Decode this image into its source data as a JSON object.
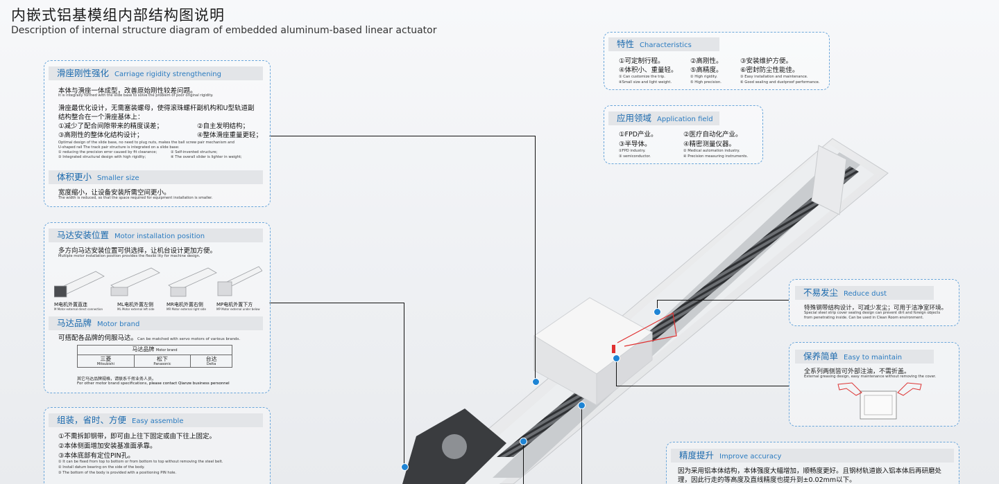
{
  "title_cn": "内嵌式铝基模组内部结构图说明",
  "title_en": "Description of internal structure diagram of embedded aluminum-based  linear actuator",
  "carriage": {
    "heading_cn": "滑座刚性强化",
    "heading_en": "Carriage rigidity strengthening",
    "p1_cn": "本体与滑座一体成型，改善原始刚性较差问题。",
    "p1_en": "It is integrally formed with the slide base to solve the problem of poor original rigidity.",
    "p2_cn_1": "滑座最优化设计，无需塞装螺母，使得滚珠螺杆副机构和U型轨道副",
    "p2_cn_2": "结构整合在一个滑座基体上：",
    "list": [
      {
        "cn": "①减少了配合间隙带来的精度误差；",
        "cn2": "②自主发明结构；"
      },
      {
        "cn": "③高刚性的整体化结构设计；",
        "cn2": "④整体滑座重量更轻；"
      }
    ],
    "en_1": "Optimal design of the slide base, no need to plug nuts, makes the ball screw pair mechanism and",
    "en_2": "U-shaped rail The track pair structure is integrated on a slide base:",
    "en_3a": "① reducing the precision error caused by fit clearance;",
    "en_3b": "② Self-invented structure;",
    "en_4a": "③ Integrated structural design with high rigidity;",
    "en_4b": "④ The overall slider is lighter in weight;"
  },
  "smaller": {
    "heading_cn": "体积更小",
    "heading_en": "Smaller size",
    "p_cn": "宽度缩小，让设备安装所需空间更小。",
    "p_en": "The width is reduced, so that the space required for equipment installation is smaller."
  },
  "motor_pos": {
    "heading_cn": "马达安装位置",
    "heading_en": "Motor installation position",
    "p_cn": "多方向马达安装位置可供选择，让机台设计更加方便。",
    "p_en": "Multiple motor installation position provides the flexibi lity for machine design.",
    "options": [
      {
        "cn": "M电机外置直连",
        "en": "M Motor external direct connection"
      },
      {
        "cn": "ML电机外置左侧",
        "en": "ML Motor external left side"
      },
      {
        "cn": "MR电机外置右侧",
        "en": "MR Motor external right side"
      },
      {
        "cn": "MP电机外置下方",
        "en": "MP Motor external under below"
      }
    ]
  },
  "motor_brand": {
    "heading_cn": "马达品牌",
    "heading_en": "Motor brand",
    "p_cn": "可搭配各品牌的伺服马达。",
    "p_en": "Can be matched with servo motors of various brands.",
    "table_title_cn": "马达品牌",
    "table_title_en": "Motor brand",
    "brands": [
      {
        "cn": "三菱",
        "en": "Mitsubishi"
      },
      {
        "cn": "松下",
        "en": "Panasonic"
      },
      {
        "cn": "台达",
        "en": "Delta"
      }
    ],
    "note_cn": "其它马达品牌规格，请联系千挥业务人员。",
    "note_en_a": "For other motor brand specifications,",
    "note_en_b": "please contact Qianze business personnel"
  },
  "assemble": {
    "heading_cn": "组装，省时、方便",
    "heading_en": "Easy assemble",
    "items_cn": [
      "①不需拆卸钢带，即可由上往下固定或由下往上固定。",
      "②本体侧面增加安装基准面承靠。",
      "③本体底部有定位PIN孔。"
    ],
    "items_en": [
      "① It can be fixed from top to bottom or from bottom to top without removing the steel belt.",
      "② Install datum bearing on the side of the body.",
      "③ The bottom of the body is provided with a positioning PIN hole."
    ]
  },
  "characteristics": {
    "heading_cn": "特性",
    "heading_en": "Characteristics",
    "rows_cn": [
      [
        "①可定制行程。",
        "②高刚性。",
        "③安装维护方便。"
      ],
      [
        "④体积小、重量轻。",
        "⑤高精度。",
        "⑥密封防尘性能佳。"
      ]
    ],
    "rows_en": [
      [
        "① Can customize the trip.",
        "② High rigidity.",
        "③ Easy installation and maintenance."
      ],
      [
        "④Small size and light weight.",
        "⑤ High precision.",
        "⑥ Good sealing and dustproof performance."
      ]
    ]
  },
  "application": {
    "heading_cn": "应用领域",
    "heading_en": "Application field",
    "rows_cn": [
      [
        "①FPD产业。",
        "②医疗自动化产业。"
      ],
      [
        "③半导体。",
        "④精密测量仪器。"
      ]
    ],
    "rows_en": [
      [
        "①FPD industry.",
        "② Medical automation industry."
      ],
      [
        "③ semiconductor.",
        "④ Precision measuring instruments."
      ]
    ]
  },
  "reduce_dust": {
    "heading_cn": "不易发尘",
    "heading_en": "Reduce dust",
    "p_cn": "特殊钢带结构设计，可减少发尘；可用于洁净室环境。",
    "p_en_1": "Special steel strip cover sealing design can prevent dirt and foreign objects",
    "p_en_2": "from penetrating inside. Can be used in Clean Room environment."
  },
  "maintain": {
    "heading_cn": "保养简单",
    "heading_en": "Easy to maintain",
    "p_cn": "全系列两侧皆可外部注油，不需折盖。",
    "p_en": "External greasing design, easy maintenance without removing the cover."
  },
  "accuracy": {
    "heading_cn": "精度提升",
    "heading_en": "Improve accuracy",
    "p_cn_1": "因为采用铝本体结构，本体强度大幅增加，顺畅度更好。且钢材轨道嵌入铝本体后再研磨处",
    "p_cn_2": "理，因此行走的等高度及直线精度也提升到±0.02mm以下。"
  },
  "colors": {
    "accent": "#1e84d4",
    "heading_bg": "#e3e5e8",
    "border": "#6aa6da",
    "marker": "#e03030"
  }
}
